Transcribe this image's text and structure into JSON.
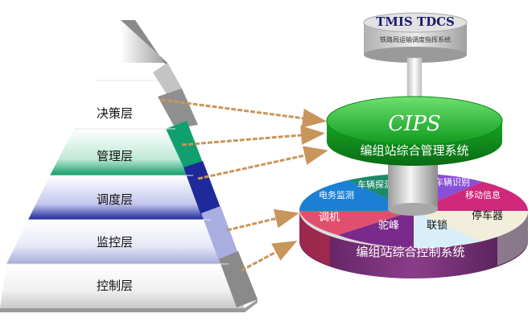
{
  "pyramid": {
    "layers": [
      {
        "label": "决策层"
      },
      {
        "label": "管理层"
      },
      {
        "label": "调度层"
      },
      {
        "label": "监控层"
      },
      {
        "label": "控制层"
      }
    ]
  },
  "top_system": {
    "title": "TMIS TDCS",
    "subtitle": "铁路局运输调度指挥系统"
  },
  "management_disk": {
    "name": "CIPS",
    "title": "编组站综合管理系统"
  },
  "control_disk": {
    "title": "编组站综合控制系统",
    "segments": [
      {
        "label": "电务监测"
      },
      {
        "label": "车辆探测"
      },
      {
        "label": "车辆识别"
      },
      {
        "label": "移动信息"
      },
      {
        "label": "调机"
      },
      {
        "label": "驼峰"
      },
      {
        "label": "联锁"
      },
      {
        "label": "停车器"
      }
    ]
  },
  "colors": {
    "arrow": "#c8955a",
    "green": "#1faa2a",
    "teal": "#10a070",
    "navy": "#1f2a9a",
    "lavender": "#a8aee0",
    "gray": "#8a8a8a"
  }
}
